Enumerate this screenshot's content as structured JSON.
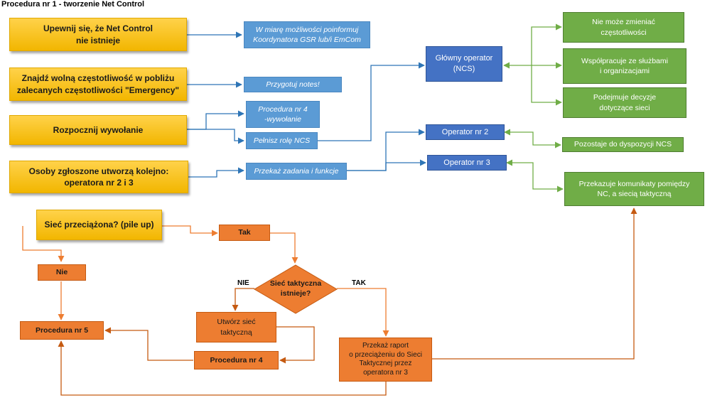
{
  "title": "Procedura nr 1 - tworzenie Net Control",
  "colors": {
    "yellow": "#f2b600",
    "light_blue": "#5b9bd5",
    "dark_blue": "#4472c4",
    "green": "#70ad47",
    "orange": "#ed7d31"
  },
  "steps": {
    "s1": "Upewnij się, że Net Control\nnie istnieje",
    "s2": "Znajdź wolną częstotliwość w pobliżu\nzalecanych częstotliwości \"Emergency\"",
    "s3": "Rozpocznij wywołanie",
    "s4": "Osoby zgłoszone utworzą kolejno:\noperatora nr 2 i 3"
  },
  "notes": {
    "n1": "W miarę możliwości poinformuj\nKoordynatora GSR lub/i EmCom",
    "n2": "Przygotuj notes!",
    "n3": "Procedura nr 4\n-wywołanie",
    "n4": "Pełnisz rolę NCS",
    "n5": "Przekaż zadania i funkcje"
  },
  "operators": {
    "main": "Główny operator\n(NCS)",
    "op2": "Operator nr 2",
    "op3": "Operator nr 3"
  },
  "roles": {
    "r1": "Nie może zmieniać\nczęstotliwości",
    "r2": "Współpracuje ze służbami\ni organizacjami",
    "r3": "Podejmuje decyzje\ndotyczące sieci",
    "r4": "Pozostaje do dyspozycji NCS",
    "r5": "Przekazuje komunikaty pomiędzy\nNC, a siecią taktyczną"
  },
  "flow": {
    "overload_question": "Sieć przeciążona? (pile up)",
    "yes": "Tak",
    "no": "Nie",
    "tactical_question": "Sieć taktyczna\nistnieje?",
    "label_nie": "NIE",
    "label_tak": "TAK",
    "create_tactical": "Utwórz sieć\ntaktyczną",
    "procedure4": "Procedura nr 4",
    "procedure5": "Procedura nr 5",
    "report": "Przekaż raport\no przeciążeniu do Sieci\nTaktycznej przez\noperatora nr 3"
  }
}
